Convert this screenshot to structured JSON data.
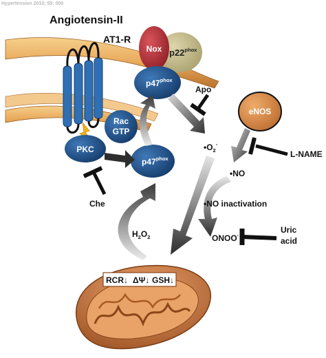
{
  "header": {
    "citation": "Hypertension 2010; 55: 000"
  },
  "title": "Angiotensin-II",
  "receptor": "AT1-R",
  "nodes": {
    "nox": "Nox",
    "p22": {
      "base": "p22",
      "sup": "phox"
    },
    "p47_top": {
      "base": "p47",
      "sup": "phox"
    },
    "p47_mid": {
      "base": "p47",
      "sup": "phox"
    },
    "rac": {
      "line1": "Rac",
      "line2": "GTP"
    },
    "pkc": "PKC",
    "enos": "eNOS"
  },
  "labels": {
    "apo": "Apo",
    "superoxide": {
      "prefix": "•O",
      "sub": "2",
      "sup": "-"
    },
    "l_name": "L-NAME",
    "no": "•NO",
    "no_inactivation": "•NO inactivation",
    "onoo": "ONOO",
    "onoo_sup": "-",
    "uric_acid": {
      "line1": "Uric",
      "line2": "acid"
    },
    "h2o2": {
      "base": "H",
      "sub1": "2",
      "mid": "O",
      "sub2": "2"
    },
    "che": "Che"
  },
  "mitochondria": {
    "rcr": "RCR↓",
    "dpsi": "ΔΨ↓",
    "gsh": "GSH↓"
  },
  "colors": {
    "node_blue": "#1d4e86",
    "nox_red": "#b8323a",
    "p22_olive": "#c4bb8a",
    "enos_orange": "#d98a4a",
    "membrane": "#e8a95a",
    "mito": "#c8743a",
    "arrow_gray": "#555555"
  }
}
